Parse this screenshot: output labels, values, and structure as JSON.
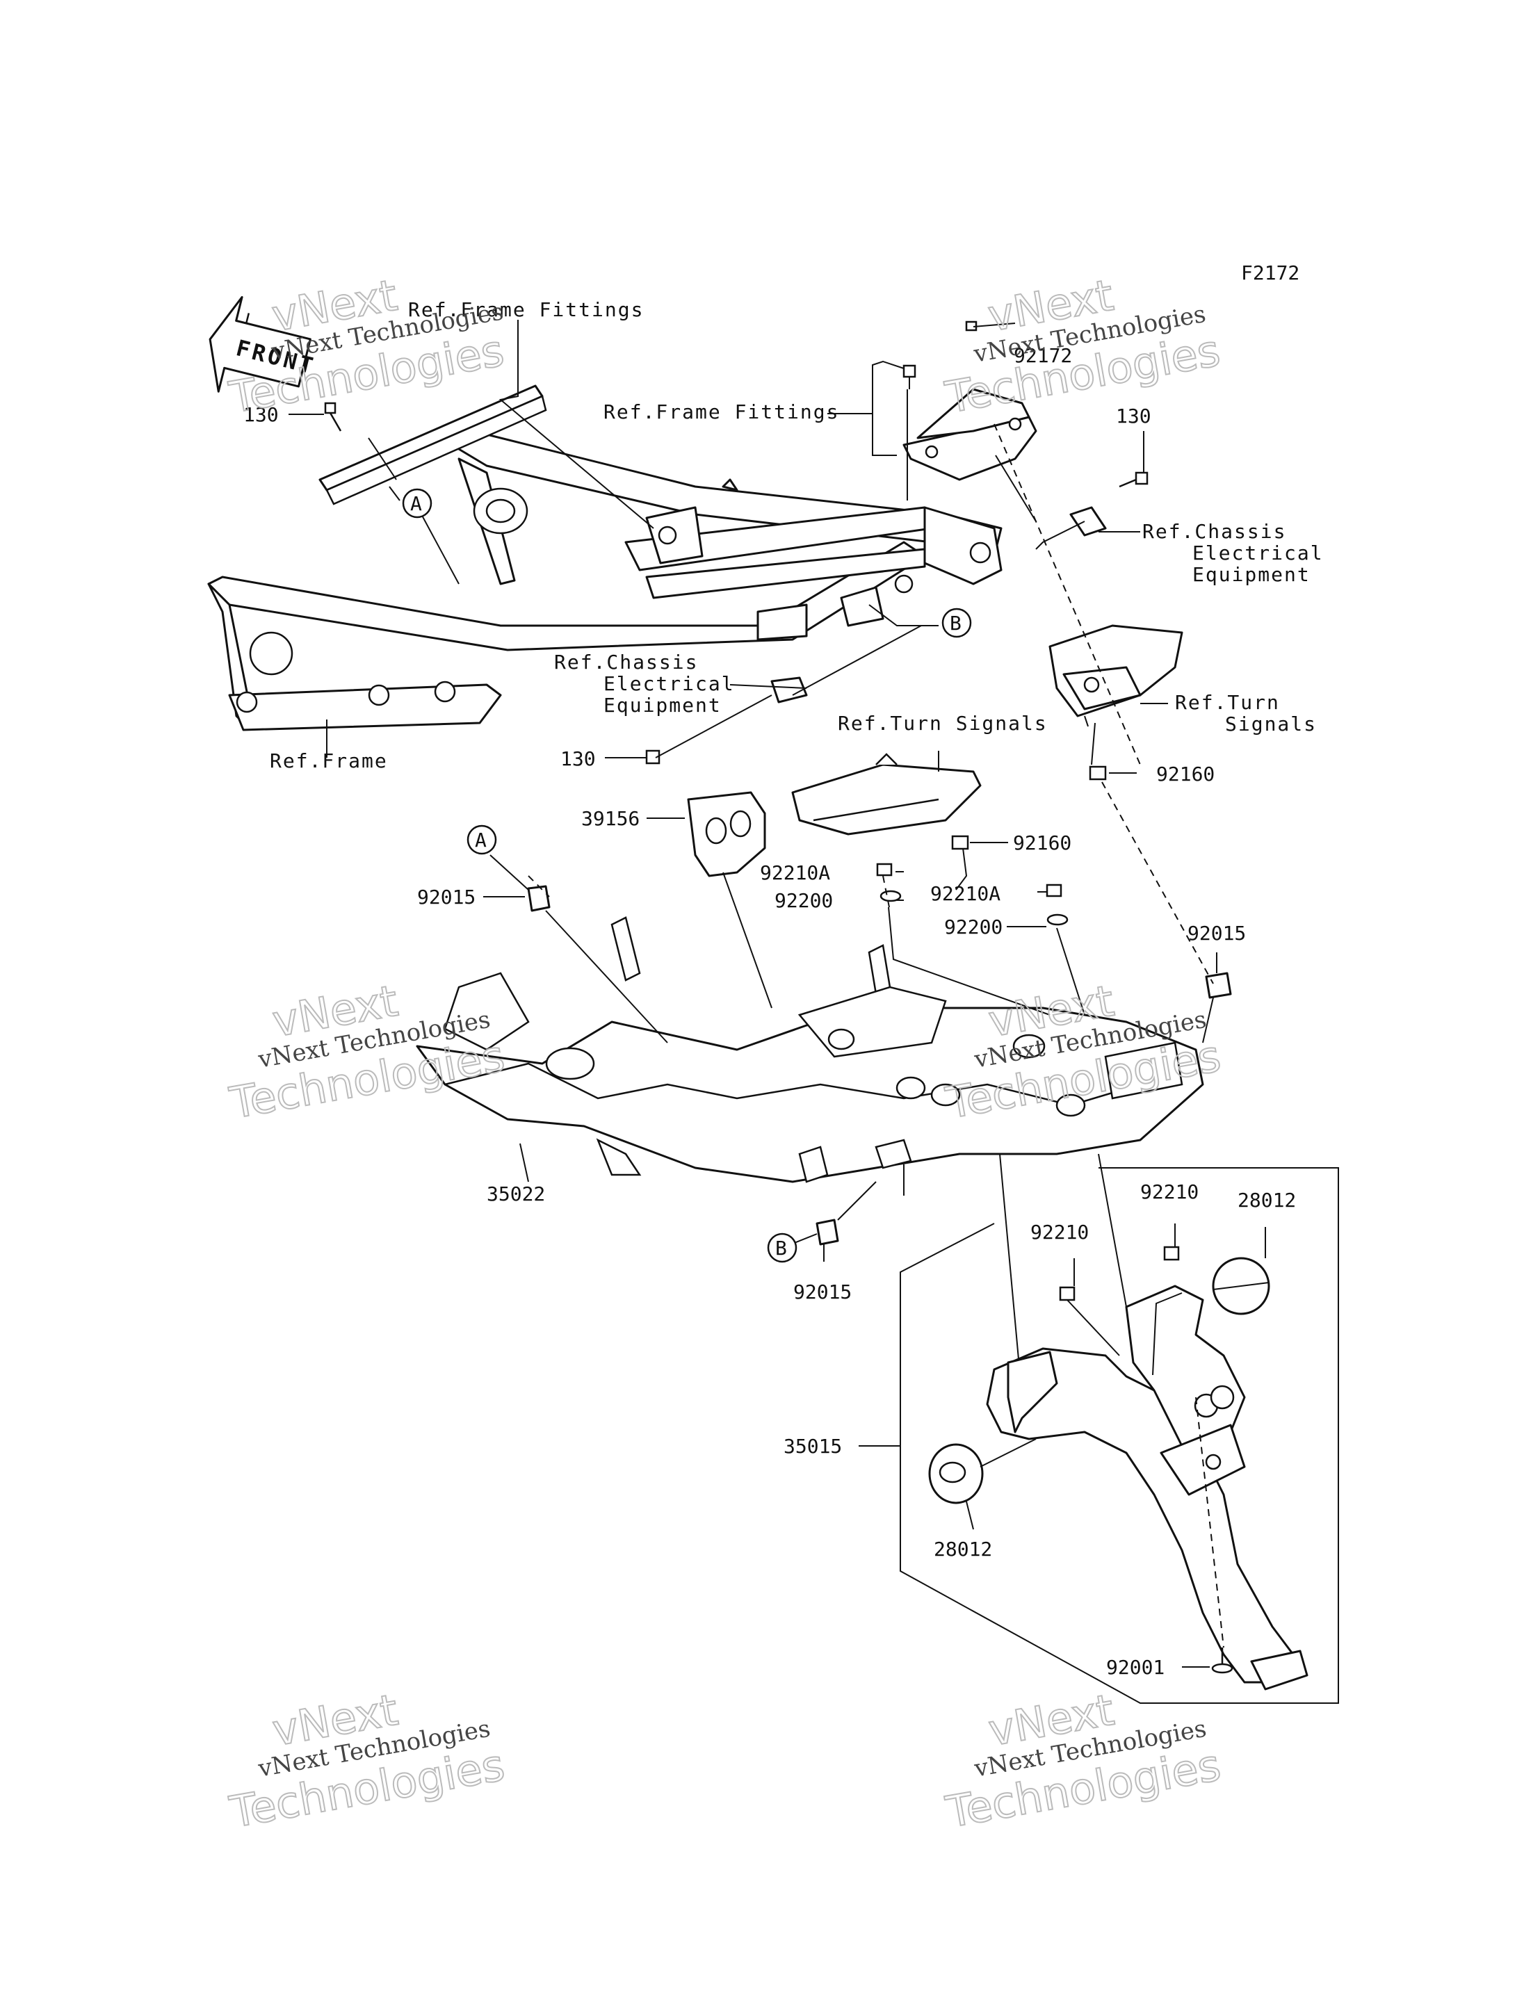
{
  "figure_code": "F2172",
  "front_label": "FRONT",
  "watermark": {
    "line1": "vNext",
    "line2": "vNext Technologies",
    "line3": "Technologies"
  },
  "refs": {
    "frame_fittings_top": "Ref.Frame Fittings",
    "frame_fittings_mid": "Ref.Frame Fittings",
    "chassis_right_1": "Ref.Chassis",
    "chassis_right_2": "Electrical",
    "chassis_right_3": "Equipment",
    "chassis_left_1": "Ref.Chassis",
    "chassis_left_2": "Electrical",
    "chassis_left_3": "Equipment",
    "frame": "Ref.Frame",
    "turn_signals_center": "Ref.Turn Signals",
    "turn_signals_right_1": "Ref.Turn",
    "turn_signals_right_2": "Signals"
  },
  "callouts": {
    "A": "A",
    "B": "B"
  },
  "parts": {
    "p130_a": "130",
    "p130_b": "130",
    "p130_c": "130",
    "p92172": "92172",
    "p92160_a": "92160",
    "p92160_b": "92160",
    "p39156": "39156",
    "p92210A_a": "92210A",
    "p92210A_b": "92210A",
    "p92200_a": "92200",
    "p92200_b": "92200",
    "p92015_a": "92015",
    "p92015_b": "92015",
    "p92015_c": "92015",
    "p35022": "35022",
    "p92210_a": "92210",
    "p92210_b": "92210",
    "p28012_a": "28012",
    "p28012_b": "28012",
    "p35015": "35015",
    "p92001": "92001"
  }
}
